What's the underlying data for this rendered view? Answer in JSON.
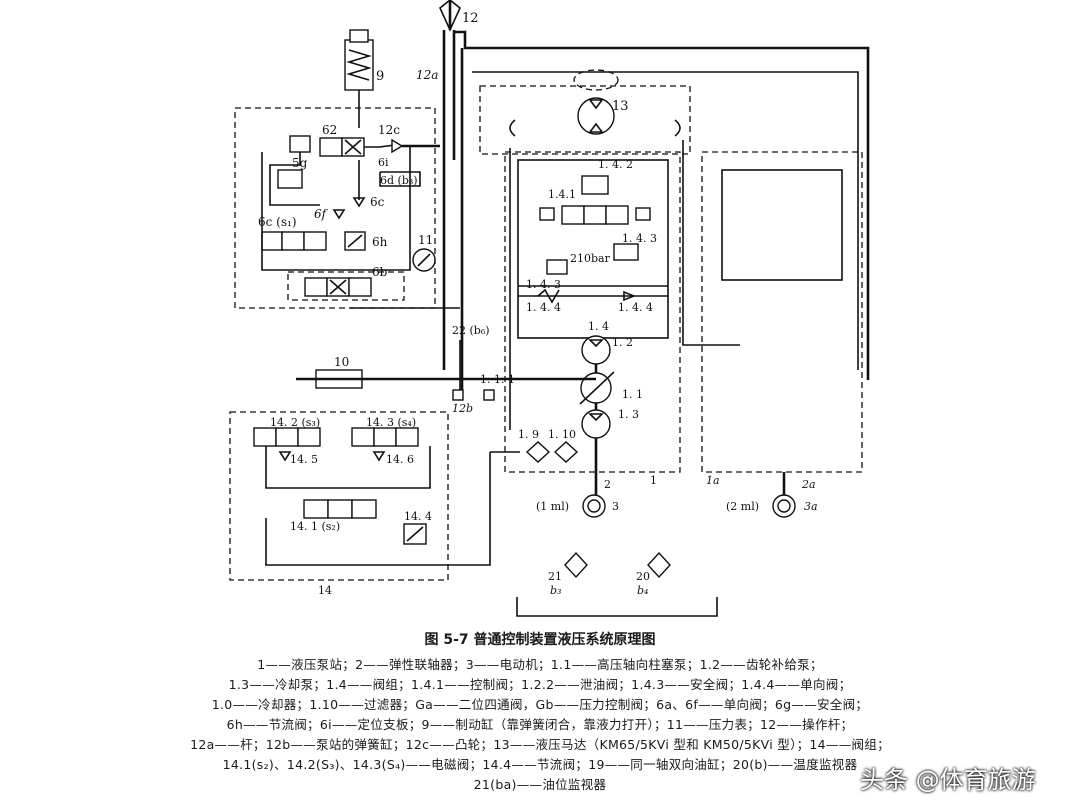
{
  "figure_title": "图 5-7    普通控制装置液压系统原理图",
  "labels": {
    "l12": "12",
    "l12a": "12a",
    "l9": "9",
    "l13": "13",
    "l62": "62",
    "l12c": "12c",
    "l5g": "5g",
    "l6i": "6i",
    "l6d": "6d (b₃)",
    "l6c": "6c",
    "l6cs1": "6c (s₁)",
    "l6f": "6f",
    "l6h": "6h",
    "l11": "11",
    "l6b": "6b",
    "l142": "1. 4. 2",
    "l141": "1.4.1",
    "l143": "1. 4. 3",
    "l210": "210bar",
    "l1431": "1. 4. 3",
    "l1441": "1. 4. 4",
    "l1442": "1. 4. 4",
    "l14": "1. 4",
    "l12p": "1. 2",
    "l22": "22 (b₆)",
    "l10": "10",
    "l111": "1. 1. 1",
    "l11p": "1. 1",
    "l12b": "12b",
    "l13p": "1. 3",
    "l19": "1. 9",
    "l110": "1. 10",
    "l142s": "14. 2 (s₃)",
    "l143s": "14. 3 (s₄)",
    "l145": "14. 5",
    "l146": "14. 6",
    "l141s": "14. 1 (s₂)",
    "l1444": "14. 4",
    "l14grp": "14",
    "l1": "1",
    "l2": "2",
    "l3": "3",
    "l1ml": "(1 ml)",
    "l1a": "1a",
    "l2a": "2a",
    "l3a": "3a",
    "l2ml": "(2 ml)",
    "l21": "21",
    "lb3": "b₃",
    "l20": "20",
    "lb4": "b₄"
  },
  "legend": [
    "1——液压泵站；2——弹性联轴器；3——电动机；1.1——高压轴向柱塞泵；1.2——齿轮补给泵；",
    "1.3——冷却泵；1.4——阀组；1.4.1——控制阀；1.2.2——泄油阀；1.4.3——安全阀；1.4.4——单向阀；",
    "1.0——冷却器；1.10——过滤器；Ga——二位四通阀，Gb——压力控制阀；6a、6f——单向阀；6g——安全阀；",
    "6h——节流阀；6i——定位支板；9——制动缸（靠弹簧闭合，靠液力打开）；11——压力表；12——操作杆；",
    "12a——杆；12b——泵站的弹簧缸；12c——凸轮；13——液压马达（KM65/5KVi 型和 KM50/5KVi 型）；14——阀组；",
    "14.1(s₂)、14.2(S₃)、14.3(S₄)——电磁阀；14.4——节流阀；19——同一轴双向油缸；20(b)——温度监视器",
    "21(ba)——油位监视器"
  ],
  "watermark": "头条 @体育旅游"
}
